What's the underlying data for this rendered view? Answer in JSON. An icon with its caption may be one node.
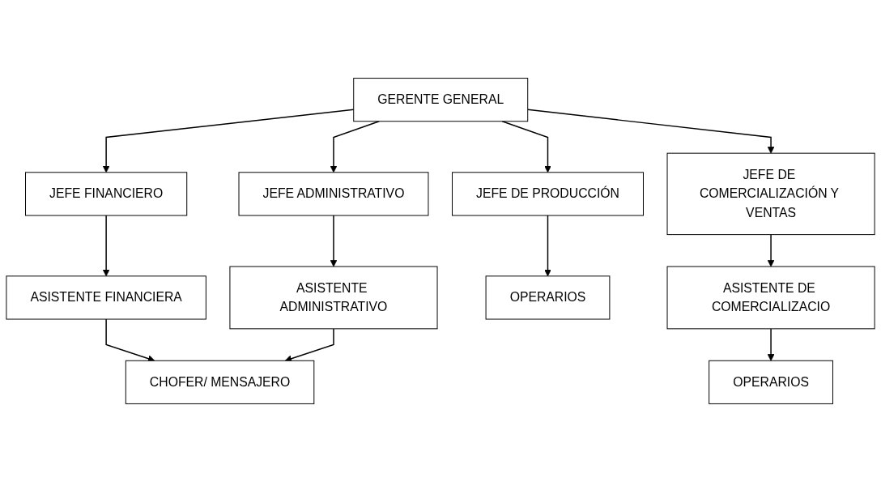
{
  "diagram": {
    "nodes": [
      {
        "text": [
          "GERENTE GENERAL"
        ]
      },
      {
        "text": [
          "JEFE FINANCIERO"
        ]
      },
      {
        "text": [
          "JEFE ADMINISTRATIVO"
        ]
      },
      {
        "text": [
          "JEFE DE PRODUCCIÓN"
        ]
      },
      {
        "text": [
          "JEFE DE COMERCIALIZACIÓN Y VENTAS"
        ]
      },
      {
        "text": [
          "ASISTENTE FINANCIERA"
        ]
      },
      {
        "text": [
          "ASISTENTE ADMINISTRATIVO"
        ]
      },
      {
        "text": [
          "OPERARIOS"
        ]
      },
      {
        "text": [
          "ASISTENTE DE COMERCIALIZACIO"
        ]
      },
      {
        "text": [
          "CHOFER/ MENSAJERO"
        ]
      },
      {
        "text": [
          "OPERARIOS"
        ]
      }
    ],
    "edges": [
      {
        "from": 0,
        "to": 1,
        "arrow": "to"
      },
      {
        "from": 0,
        "to": 2,
        "arrow": "to"
      },
      {
        "from": 0,
        "to": 3,
        "arrow": "to"
      },
      {
        "from": 0,
        "to": 4,
        "arrow": "to"
      },
      {
        "from": 1,
        "to": 5,
        "arrow": "to"
      },
      {
        "from": 2,
        "to": 6,
        "arrow": "to"
      },
      {
        "from": 3,
        "to": 7,
        "arrow": "to"
      },
      {
        "from": 4,
        "to": 8,
        "arrow": "to"
      },
      {
        "from": 5,
        "to": 9,
        "arrow": "to"
      },
      {
        "from": 6,
        "to": 9,
        "arrow": "to"
      },
      {
        "from": 8,
        "to": 10,
        "arrow": "to"
      }
    ]
  }
}
